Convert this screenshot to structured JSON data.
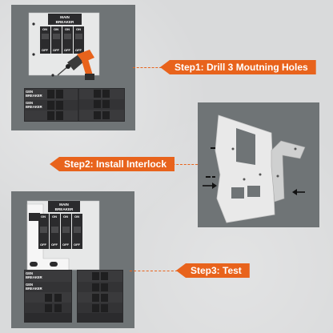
{
  "steps": {
    "step1": "Step1: Drill 3 Moutning Holes",
    "step2": "Step2: Install Interlock",
    "step3": "Step3: Test"
  },
  "panel1": {
    "main_breaker_line1": "MAIN",
    "main_breaker_line2": "BREAKER",
    "gen_breaker_line1": "GEN",
    "gen_breaker_line2": "BREAKER",
    "gen_breaker_line3": "GEN",
    "gen_breaker_line4": "BREAKER",
    "on": "ON",
    "off": "OFF"
  },
  "panel3": {
    "main_breaker_line1": "MAIN",
    "main_breaker_line2": "BREAKER",
    "gen_breaker_line1": "GEN",
    "gen_breaker_line2": "BREAKER",
    "gen_breaker_line3": "GEN",
    "gen_breaker_line4": "BREAKER",
    "on": "ON",
    "off": "OFF"
  },
  "colors": {
    "accent": "#e8631c",
    "panel": "#6f7476",
    "breaker": "#2b2b2d",
    "plate": "#e9e9e9"
  },
  "icons": [
    "drill-icon",
    "arrow-right-icon",
    "arrow-left-icon"
  ]
}
